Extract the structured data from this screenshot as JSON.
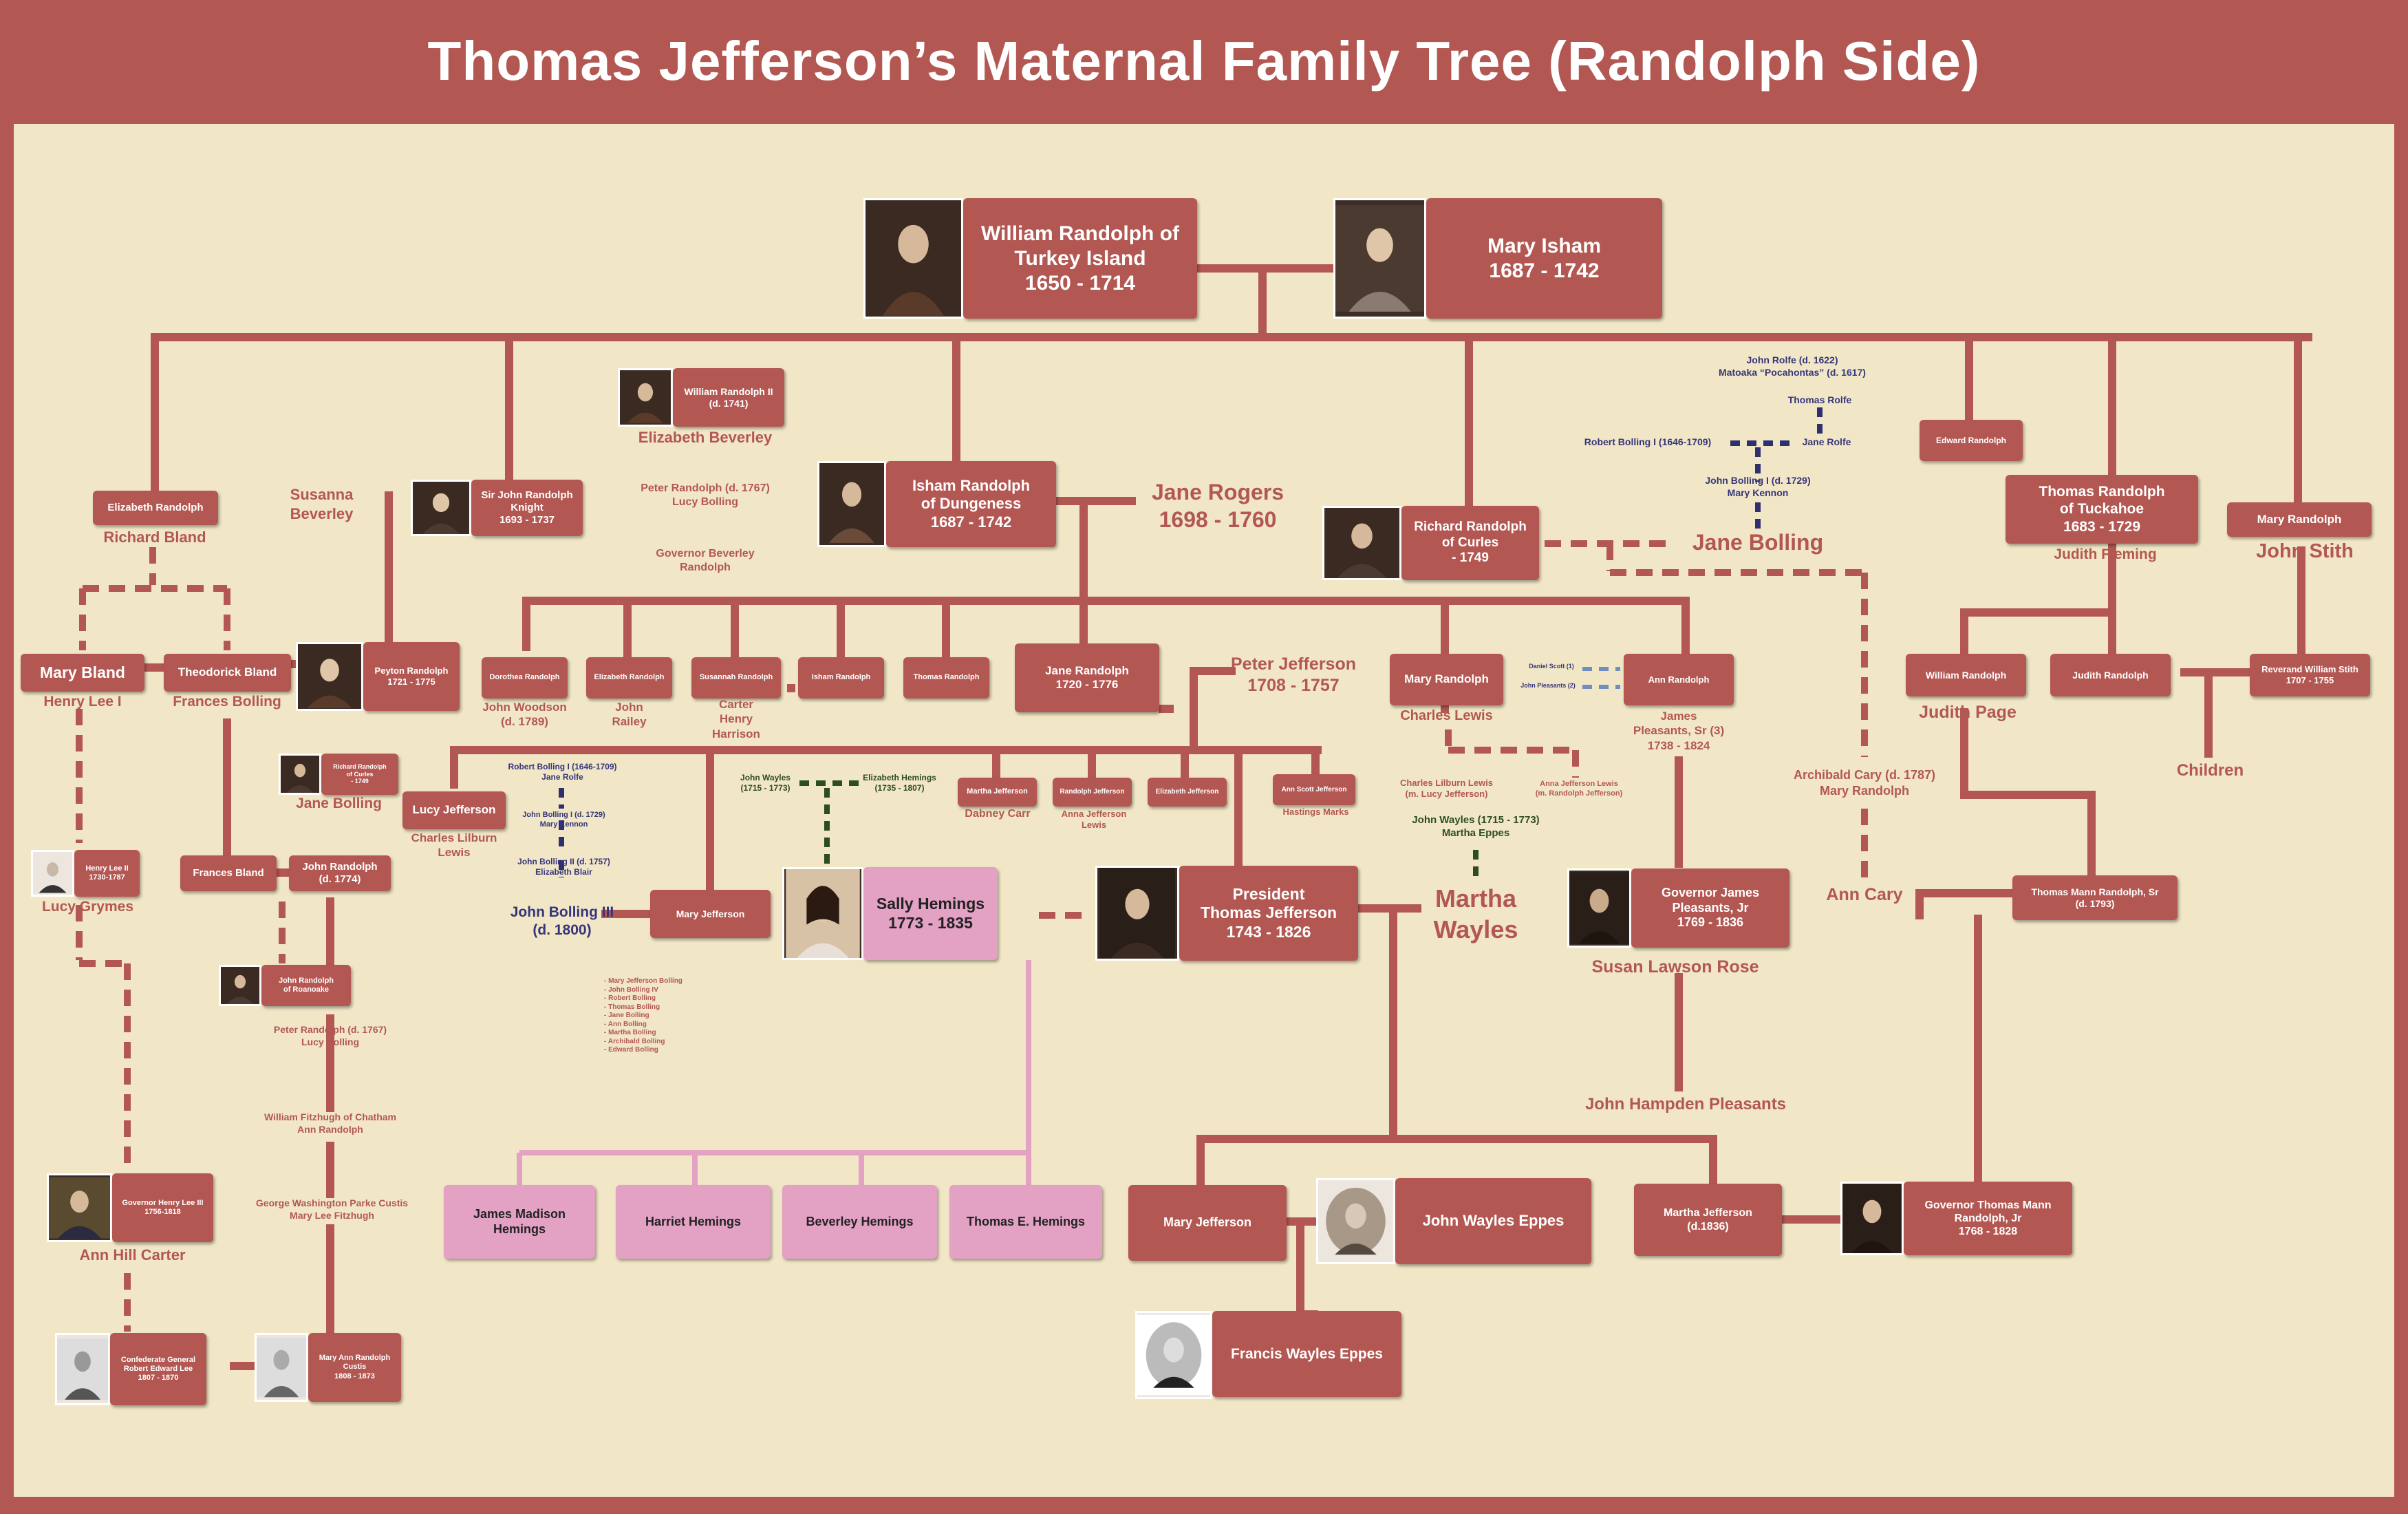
{
  "title": "Thomas Jefferson’s Maternal Family Tree (Randolph Side)",
  "colors": {
    "primary": "#b35752",
    "background": "#f1e7c7",
    "pink": "#e3a1c4",
    "blue_text": "#35357a",
    "green_text": "#2e4d1e"
  },
  "boxes": {
    "william": "William Randolph of\nTurkey Island\n1650 - 1714",
    "mary_isham": "Mary Isham\n1687 - 1742",
    "elizabeth_randolph": "Elizabeth Randolph",
    "sir_john": "Sir John Randolph\nKnight\n1693 - 1737",
    "william_ii": "William Randolph II\n(d. 1741)",
    "isham": "Isham Randolph\nof Dungeness\n1687 - 1742",
    "richard_curles": "Richard Randolph\nof Curles\n- 1749",
    "edward": "Edward Randolph",
    "thomas_tuckahoe": "Thomas Randolph\nof Tuckahoe\n1683 - 1729",
    "mary_randolph_top": "Mary Randolph",
    "mary_bland": "Mary Bland",
    "theodorick": "Theodorick Bland",
    "peyton": "Peyton Randolph\n1721 - 1775",
    "dorothea": "Dorothea Randolph",
    "elizabeth_r2": "Elizabeth Randolph",
    "susannah": "Susannah Randolph",
    "isham_r": "Isham Randolph",
    "thomas_r": "Thomas Randolph",
    "jane_randolph": "Jane Randolph\n1720 - 1776",
    "mary_randolph_mid": "Mary Randolph",
    "ann_randolph": "Ann Randolph",
    "william_r_right": "William Randolph",
    "judith_r": "Judith Randolph",
    "reverend_stith": "Reverand William Stith\n1707 - 1755",
    "richard_curles2": "Richard Randolph\nof Curles\n- 1749",
    "lucy_jefferson": "Lucy Jefferson",
    "martha_jefferson_s": "Martha Jefferson",
    "randolph_jefferson": "Randolph Jefferson",
    "elizabeth_jefferson": "Elizabeth Jefferson",
    "ann_scott": "Ann Scott Jefferson",
    "henry_lee_ii": "Henry Lee II\n1730-1787",
    "frances_bland": "Frances Bland",
    "john_randolph_1774": "John Randolph\n(d. 1774)",
    "mary_jefferson_mid": "Mary Jefferson",
    "sally": "Sally Hemings\n1773 - 1835",
    "president": "President\nThomas Jefferson\n1743 - 1826",
    "gov_james": "Governor James\nPleasants, Jr\n1769 - 1836",
    "thomas_mann_sr": "Thomas Mann Randolph, Sr\n(d. 1793)",
    "john_roanoke": "John Randolph\nof Roanoake",
    "henry_lee_iii": "Governor Henry Lee III\n1756-1818",
    "james_madison_hemings": "James Madison\nHemings",
    "harriet": "Harriet Hemings",
    "beverley": "Beverley Hemings",
    "thomas_e": "Thomas E. Hemings",
    "mary_jefferson_b": "Mary Jefferson",
    "john_wayles_eppes": "John Wayles Eppes",
    "martha_jefferson_b": "Martha Jefferson\n(d.1836)",
    "gov_thomas_mann": "Governor Thomas Mann\nRandolph, Jr\n1768 - 1828",
    "francis": "Francis Wayles Eppes",
    "robert_lee": "Confederate General\nRobert Edward Lee\n1807 - 1870",
    "mary_ann": "Mary Ann Randolph\nCustis\n1808 - 1873"
  },
  "labels": {
    "susanna_beverley": "Susanna\nBeverley",
    "richard_bland": "Richard Bland",
    "elizabeth_beverley": "Elizabeth Beverley",
    "peter_lucy_1": "Peter Randolph (d. 1767)\nLucy Bolling",
    "gov_beverley": "Governor Beverley\nRandolph",
    "jane_rogers": "Jane Rogers\n1698 - 1760",
    "rolfe_block": "John Rolfe (d. 1622)\nMatoaka “Pocahontas” (d. 1617)",
    "thomas_rolfe": "Thomas Rolfe",
    "robert_bolling_i": "Robert Bolling I (1646-1709)",
    "jane_rolfe": "Jane Rolfe",
    "john_bolling_i": "John Bolling I (d. 1729)\nMary Kennon",
    "jane_bolling_big": "Jane Bolling",
    "judith_fleming": "Judith Fleming",
    "john_stith": "John Stith",
    "henry_lee_i": "Henry Lee I",
    "frances_bolling": "Frances Bolling",
    "john_woodson": "John Woodson\n(d. 1789)",
    "john_railey": "John\nRailey",
    "carter_harrison": "Carter\nHenry\nHarrison",
    "peter_jefferson": "Peter Jefferson\n1708 - 1757",
    "charles_lewis_top": "Charles Lewis",
    "james_pleasants_sr": "James\nPleasants, Sr (3)\n1738 - 1824",
    "daniel_scott": "Daniel Scott (1)",
    "john_pleasants": "John Pleasants (2)",
    "judith_page": "Judith Page",
    "children": "Children",
    "archibald": "Archibald Cary (d. 1787)\nMary Randolph",
    "ann_cary": "Ann Cary",
    "jane_bolling_small": "Jane Bolling",
    "charles_lilburn_lewis": "Charles Lilburn\nLewis",
    "bolling_block": "Robert Bolling I (1646-1709)\nJane Rolfe",
    "john_bolling_i_2": "John Bolling I (d. 1729)\nMary Kennon",
    "john_bolling_ii": "John Bolling II (d. 1757)\nElizabeth Blair",
    "john_bolling_iii": "John Bolling III\n(d. 1800)",
    "john_wayles_left": "John Wayles\n(1715 - 1773)",
    "elizabeth_hemings": "Elizabeth Hemings\n(1735 - 1807)",
    "dabney_carr": "Dabney Carr",
    "anna_jefferson": "Anna Jefferson\nLewis",
    "hastings_marks": "Hastings Marks",
    "charles_lilburn_m": "Charles Lilburn Lewis\n(m. Lucy Jefferson)",
    "anna_jefferson_m": "Anna Jefferson Lewis\n(m. Randolph Jefferson)",
    "john_wayles_right": "John Wayles (1715 - 1773)\nMartha Eppes",
    "martha_wayles": "Martha\nWayles",
    "lucy_grymes": "Lucy Grymes",
    "susan_rose": "Susan  Lawson Rose",
    "children_list": "- Mary Jefferson Bolling\n- John Bolling IV\n- Robert Bolling\n- Thomas Bolling\n- Jane Bolling\n- Ann Bolling\n- Martha Bolling\n- Archibald Bolling\n- Edward Bolling",
    "peter_lucy_2": "Peter Randolph (d. 1767)\nLucy Bolling",
    "william_fitzhugh": "William Fitzhugh of Chatham\nAnn Randolph",
    "gw_parke_custis": "George Washington Parke Custis\nMary Lee Fitzhugh",
    "john_hampden": "John Hampden Pleasants",
    "ann_hill_carter": "Ann Hill Carter"
  }
}
